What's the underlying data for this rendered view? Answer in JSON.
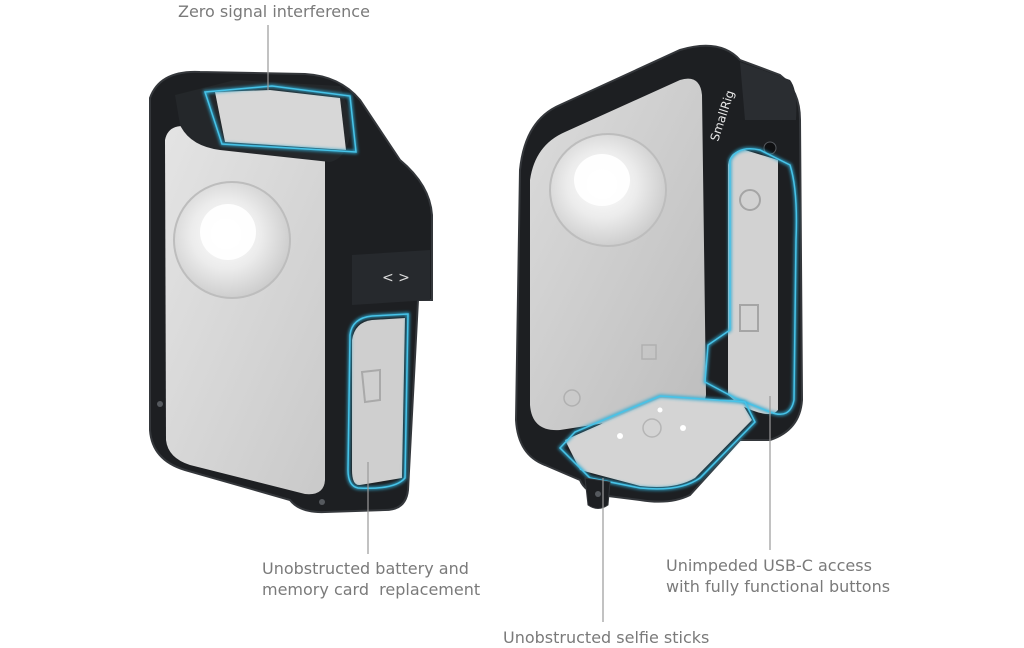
{
  "callouts": {
    "top": "Zero signal interference",
    "battery_line1": "Unobstructed battery and",
    "battery_line2": "memory card  replacement",
    "usb_line1": "Unimpeded USB-C access",
    "usb_line2": "with fully functional buttons",
    "selfie": "Unobstructed selfie sticks"
  },
  "brand": {
    "logo_text": "SmallRig"
  },
  "colors": {
    "cage": "#1d1f22",
    "cage_edge": "#34373b",
    "camera_body": "#d6d6d6",
    "highlight": "#2fa8cf",
    "text": "#7a7a7a",
    "leader": "#9a9a9a"
  }
}
